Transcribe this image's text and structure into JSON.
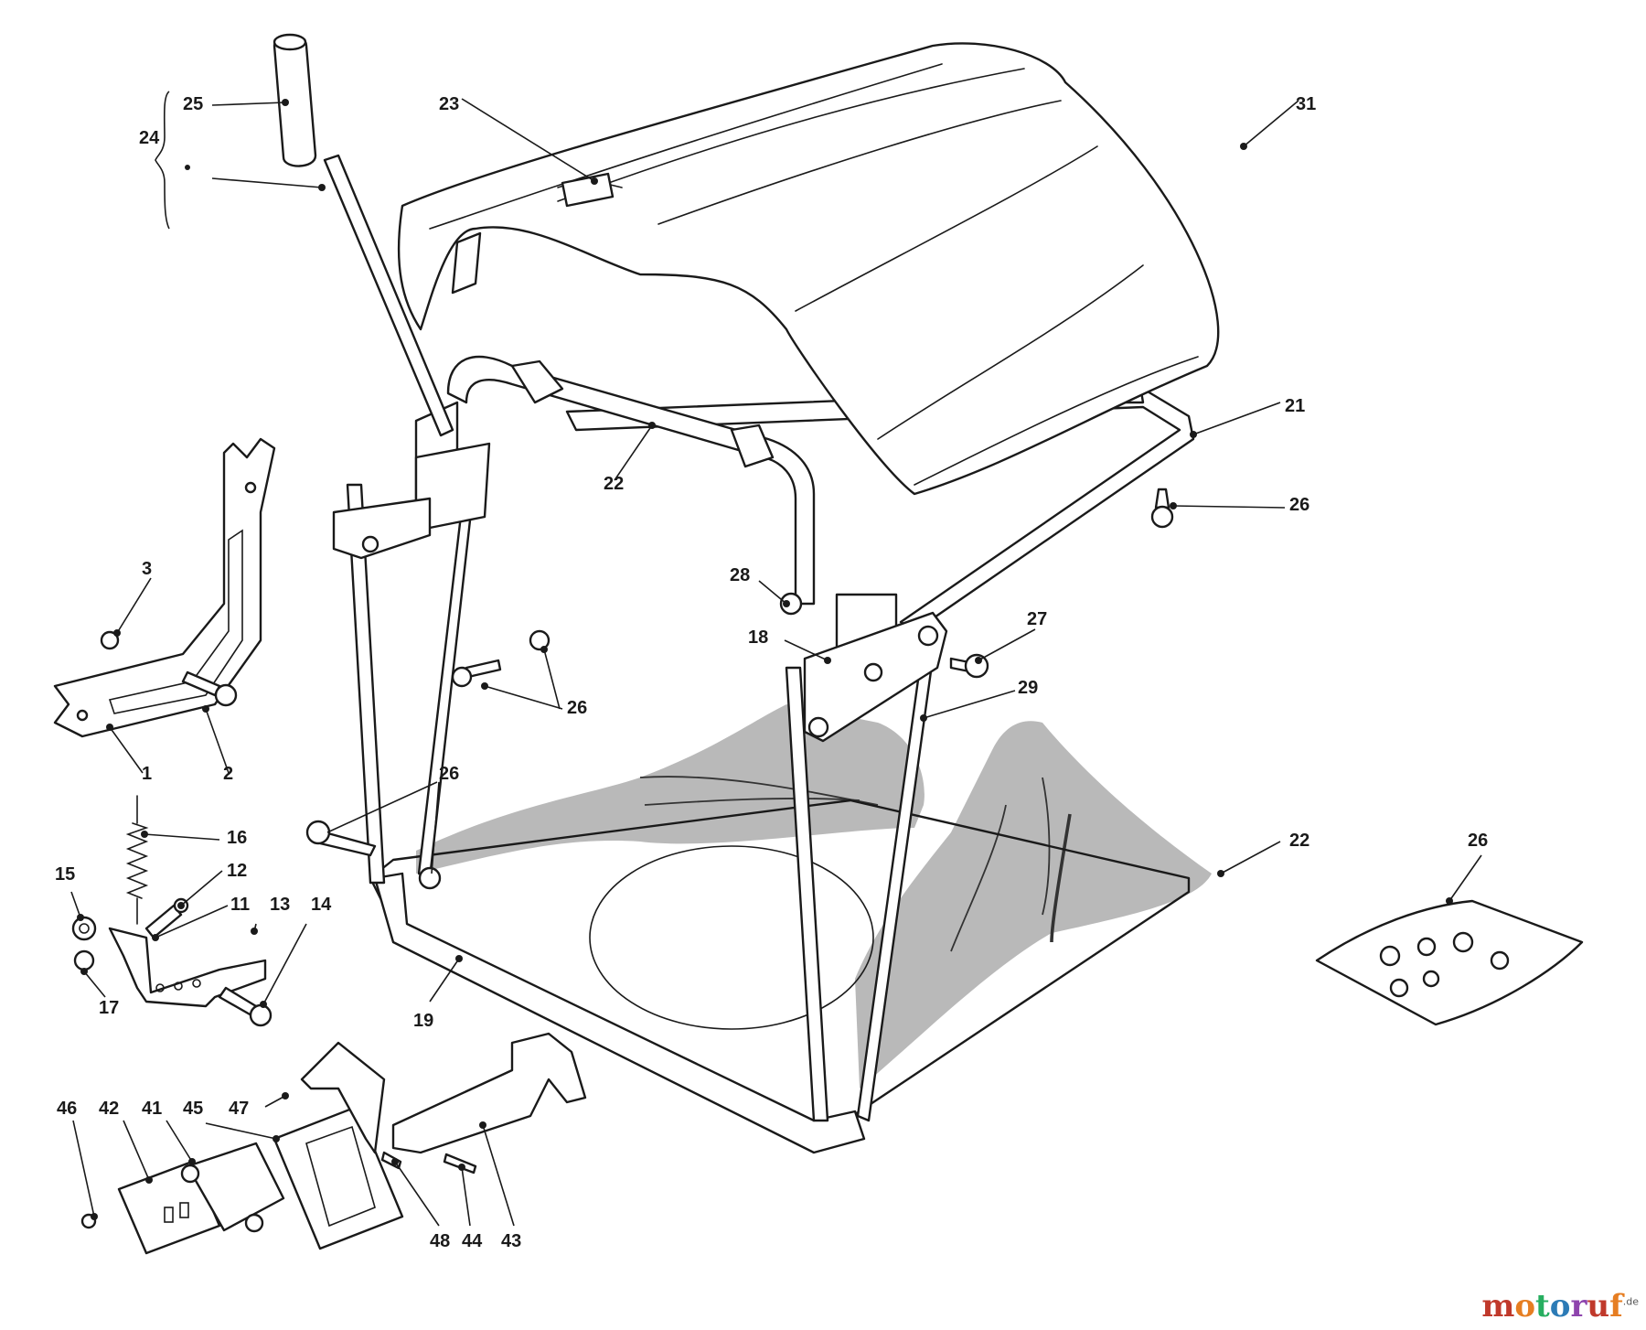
{
  "callouts": {
    "c1": "1",
    "c2": "2",
    "c3": "3",
    "c11": "11",
    "c12": "12",
    "c13": "13",
    "c14": "14",
    "c15": "15",
    "c16": "16",
    "c17": "17",
    "c18": "18",
    "c19": "19",
    "c21": "21",
    "c22a": "22",
    "c22b": "22",
    "c23": "23",
    "c24": "24",
    "c25": "25",
    "c26a": "26",
    "c26b": "26",
    "c26c": "26",
    "c26d": "26",
    "c27": "27",
    "c28": "28",
    "c29": "29",
    "c31": "31",
    "c41": "41",
    "c42": "42",
    "c43": "43",
    "c44": "44",
    "c45": "45",
    "c46": "46",
    "c47": "47",
    "c48": "48"
  },
  "watermark": {
    "brand": "motoruf",
    "suffix": ".de",
    "colors": [
      "#c0392b",
      "#e67e22",
      "#27ae60",
      "#2c7bb6",
      "#8e44ad",
      "#c0392b",
      "#e67e22"
    ]
  },
  "colors": {
    "fabric": "#b9b9b9",
    "line": "#1a1a1a"
  }
}
